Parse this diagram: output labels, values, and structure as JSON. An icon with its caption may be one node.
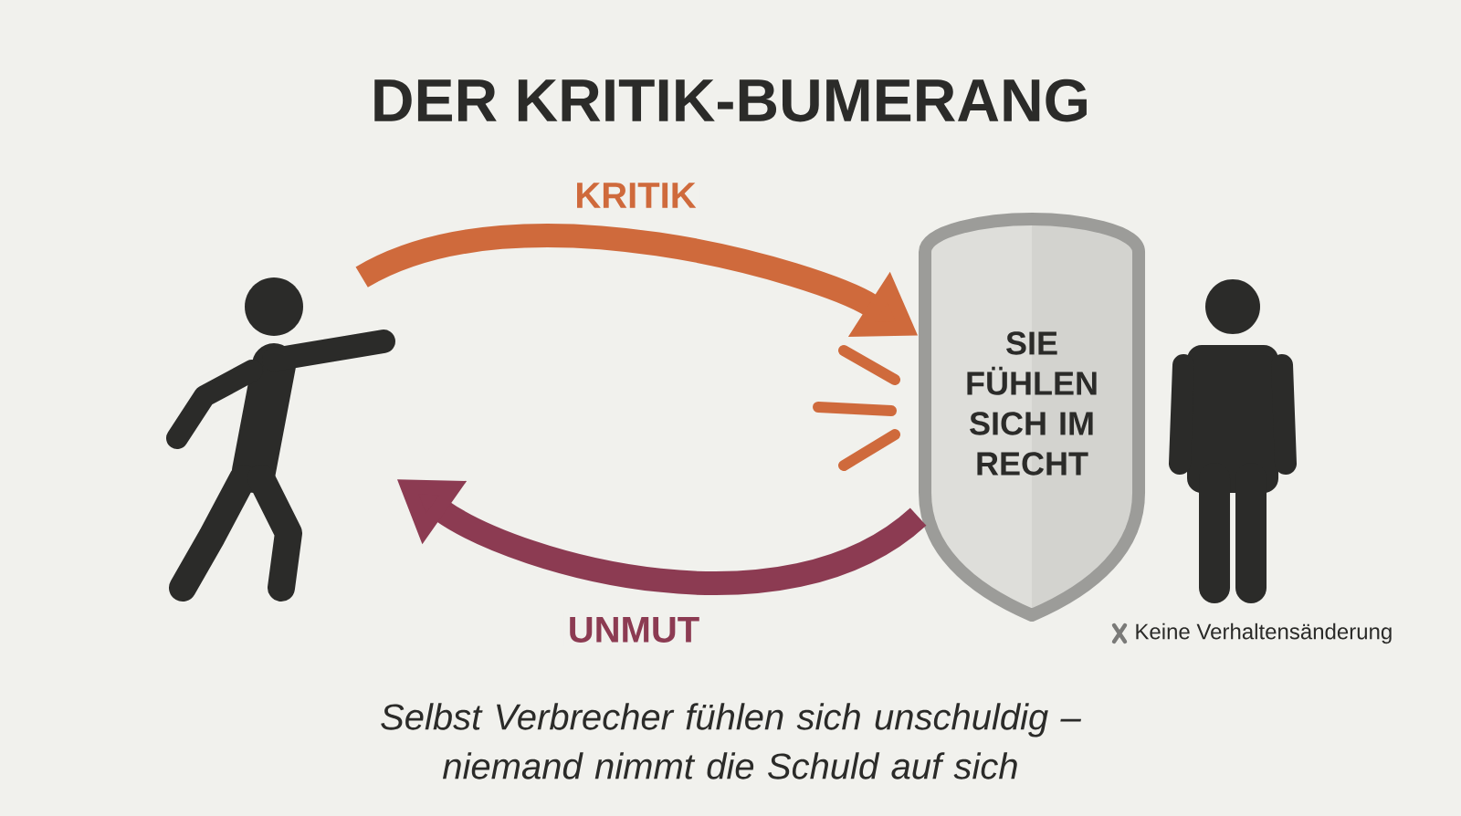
{
  "diagram": {
    "title": "DER KRITIK-BUMERANG",
    "caption": "Selbst Verbrecher fühlen sich unschuldig – niemand nimmt die Schuld auf sich",
    "nodes": [
      {
        "text": [],
        "shape": "person"
      },
      {
        "text": [
          "SIE FÜHLEN SICH IM RECHT"
        ]
      },
      {
        "text": [],
        "shape": "person"
      }
    ],
    "edges": [
      {
        "from": 0,
        "to": 1,
        "arrow": "to",
        "label": "KRITIK",
        "color": "#cf6a3c"
      },
      {
        "from": 1,
        "to": 0,
        "arrow": "to",
        "label": "UNMUT",
        "color": "#8c3b52"
      }
    ],
    "labels": [
      "Keine Verhaltensänderung"
    ]
  }
}
